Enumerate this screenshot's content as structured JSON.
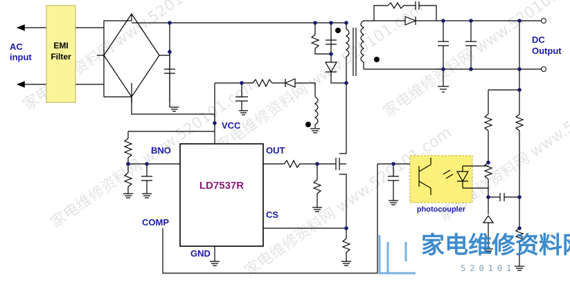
{
  "labels": {
    "ac_input_line1": "AC",
    "ac_input_line2": "input",
    "emi_line1": "EMI",
    "emi_line2": "Filter",
    "dc_output_line1": "DC",
    "dc_output_line2": "Output",
    "ic_name": "LD7537R",
    "pin_vcc": "VCC",
    "pin_bno": "BNO",
    "pin_out": "OUT",
    "pin_comp": "COMP",
    "pin_cs": "CS",
    "pin_gnd": "GND",
    "photocoupler": "photocoupler"
  },
  "watermark": {
    "logo_text": "家电维修资料网",
    "logo_url": "520101",
    "repeat_text": "家电维修资料网 www.520101.com"
  },
  "colors": {
    "ic_label": "#8b1a7a",
    "pin_label": "#1a1aa6",
    "emi_fill": "#fbf59a",
    "photocoupler_fill": "#fbf07a"
  }
}
